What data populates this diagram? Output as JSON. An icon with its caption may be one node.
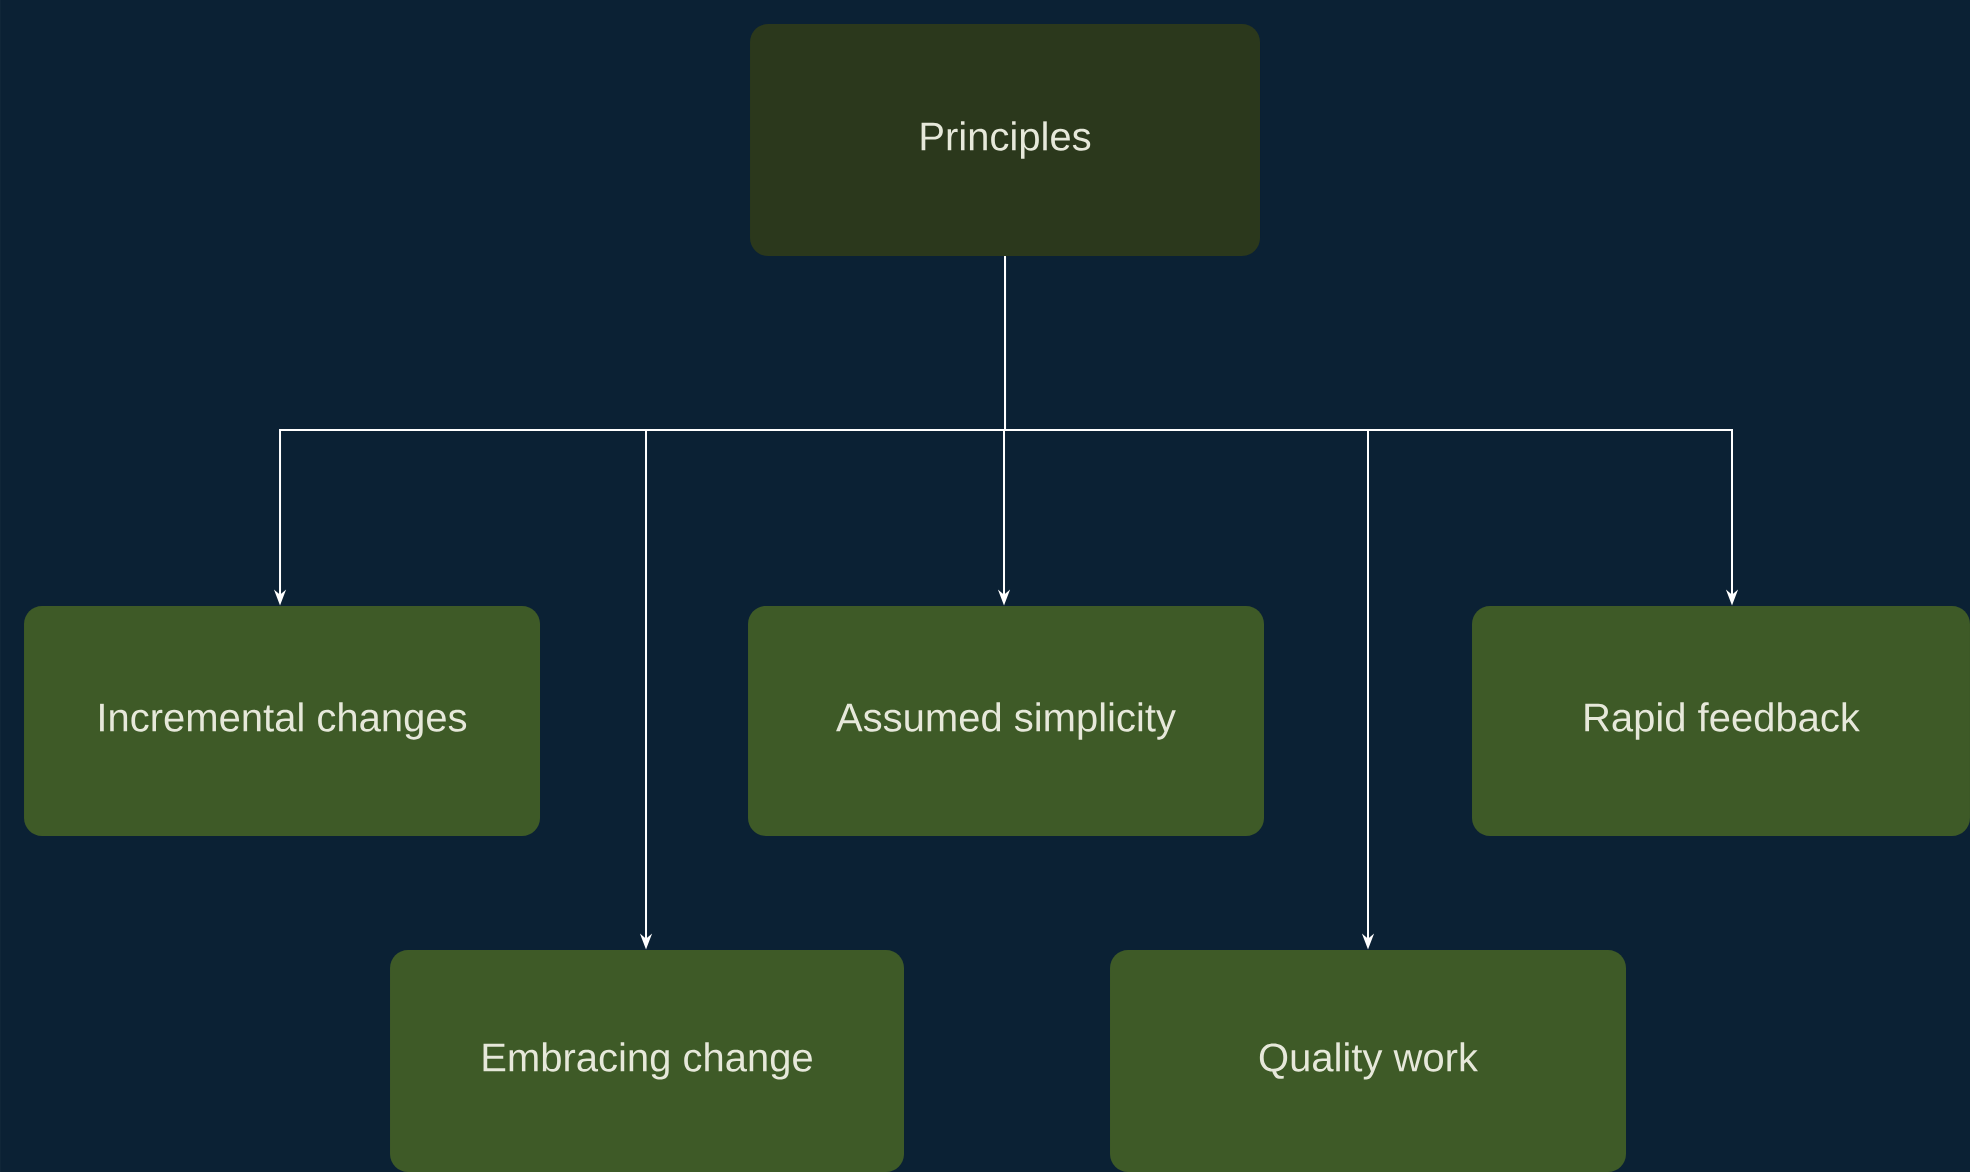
{
  "diagram": {
    "nodes": [
      {
        "text": [
          "Principles"
        ]
      },
      {
        "text": [
          "Incremental changes"
        ]
      },
      {
        "text": [
          "Embracing change"
        ]
      },
      {
        "text": [
          "Assumed simplicity"
        ]
      },
      {
        "text": [
          "Quality work"
        ]
      },
      {
        "text": [
          "Rapid feedback"
        ]
      }
    ],
    "edges": [
      {
        "from": 0,
        "to": 1,
        "arrow": "to"
      },
      {
        "from": 0,
        "to": 2,
        "arrow": "to"
      },
      {
        "from": 0,
        "to": 3,
        "arrow": "to"
      },
      {
        "from": 0,
        "to": 4,
        "arrow": "to"
      },
      {
        "from": 0,
        "to": 5,
        "arrow": "to"
      }
    ]
  }
}
